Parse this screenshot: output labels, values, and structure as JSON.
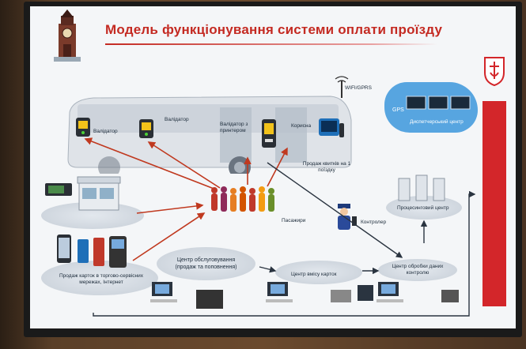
{
  "slide": {
    "title": "Модель функціонування системи оплати проїзду"
  },
  "labels": {
    "validator_1": "Валідатор",
    "validator_2": "Валідатор",
    "validator_with_printer": "Валідатор з принтером",
    "ticket_sale_onboard": "Продаж квитків на 1 поїздку",
    "wifi_gprs": "WIFI/GPRS",
    "gps": "GPS",
    "dispatch_center": "Диспетчерський центр",
    "processing_center": "Процесинговий центр",
    "passengers": "Пасажири",
    "inspector": "Контролер",
    "service_center": "Центр обслуговування\n(продаж та поповнення)",
    "card_issue_center": "Центр вмісу карток",
    "control_data_center": "Центр обробки даних контролю",
    "card_sales": "Продаж карток в торгово-сервісних мережах, Інтернет"
  },
  "colors": {
    "title": "#c42a22",
    "accent_red": "#d3262a",
    "arrow_red": "#c0391f",
    "arrow_dark": "#2a3440",
    "cloud": "#57a5e0",
    "validator": "#f2c21a"
  }
}
